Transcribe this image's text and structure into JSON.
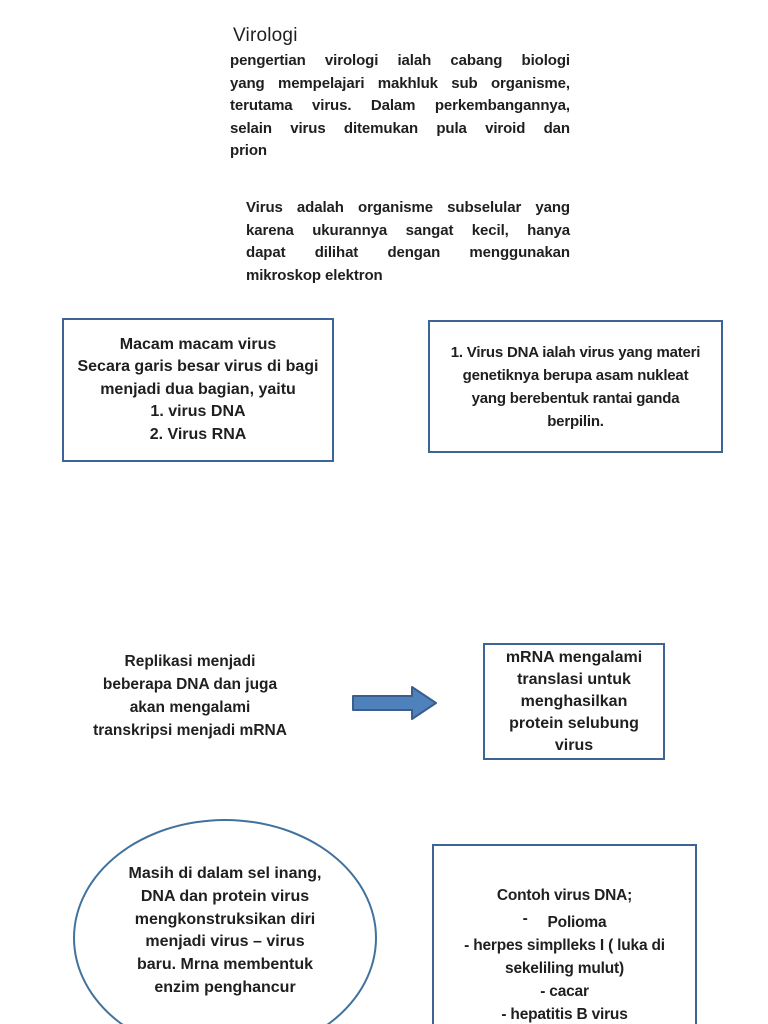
{
  "colors": {
    "box_border": "#3C6595",
    "ellipse_border": "#41719C",
    "arrow_fill": "#4F81BD",
    "arrow_stroke": "#3A5F8C",
    "ink": "#1F1F1F"
  },
  "header": {
    "title": "Virologi"
  },
  "intro_paragraph": {
    "lines": [
      "pengertian virologi ialah cabang biologi",
      "yang mempelajari makhluk sub organisme,",
      "terutama virus. Dalam perkembangannya,",
      "selain virus ditemukan pula viroid dan",
      "prion"
    ]
  },
  "virus_paragraph": {
    "lines": [
      "Virus adalah organisme subselular yang",
      "karena ukurannya sangat kecil, hanya",
      "dapat dilihat dengan menggunakan",
      "mikroskop elektron"
    ]
  },
  "macam_box": {
    "lines": [
      "Macam macam virus",
      "Secara garis besar virus di bagi",
      "menjadi dua bagian, yaitu",
      "1. virus DNA",
      "2. Virus RNA"
    ]
  },
  "dna_box": {
    "lines": [
      "1. Virus DNA ialah virus yang materi",
      "genetiknya berupa asam nukleat",
      "yang berebentuk rantai ganda",
      "berpilin."
    ]
  },
  "replikasi_note": {
    "lines": [
      "Replikasi menjadi",
      "beberapa DNA dan juga",
      "akan mengalami",
      "transkripsi menjadi mRNA"
    ]
  },
  "arrow": {
    "icon": "right-block-arrow"
  },
  "mrna_box": {
    "lines": [
      "mRNA mengalami",
      "translasi untuk",
      "menghasilkan",
      "protein selubung",
      "virus"
    ]
  },
  "inang_ellipse": {
    "lines": [
      "Masih di dalam sel inang,",
      "DNA dan protein virus",
      "mengkonstruksikan diri",
      "menjadi virus – virus",
      "baru. Mrna membentuk",
      "enzim penghancur"
    ]
  },
  "contoh_box": {
    "title_line": "Contoh virus DNA;",
    "bullet": "-",
    "bullet_label": "Polioma",
    "rest_lines": [
      "- herpes simplleks I ( luka di",
      "sekeliling mulut)",
      "- cacar",
      "- hepatitis B virus"
    ]
  }
}
